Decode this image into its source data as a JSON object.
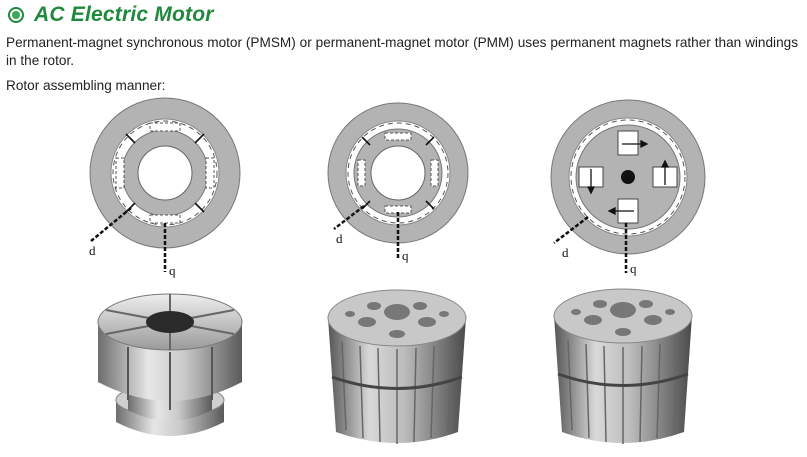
{
  "section": {
    "title": "AC Electric Motor",
    "bullet_icon": "green-circle-bullet-icon",
    "accent_color": "#1f8a3c"
  },
  "intro": "Permanent-magnet synchronous motor (PMSM) or permanent-magnet motor (PMM) uses permanent magnets rather than windings in the rotor.",
  "subtitle": "Rotor assembling manner:",
  "diagrams": [
    {
      "d_label": "d",
      "q_label": "q"
    },
    {
      "d_label": "d",
      "q_label": "q"
    },
    {
      "d_label": "d",
      "q_label": "q"
    }
  ]
}
